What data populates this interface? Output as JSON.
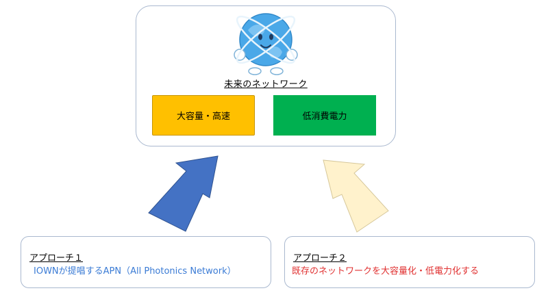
{
  "future": {
    "title": "未来のネットワーク",
    "goals": [
      {
        "label": "大容量・高速",
        "color": "#ffc000"
      },
      {
        "label": "低消費電力",
        "color": "#00b050"
      }
    ],
    "mascot_icon": "globe-mascot-icon"
  },
  "arrows": [
    {
      "name": "approach1-arrow-icon",
      "color": "#4472c4"
    },
    {
      "name": "approach2-arrow-icon",
      "color": "#fff2cc"
    }
  ],
  "approaches": [
    {
      "heading": "アプローチ１",
      "description": "IOWNが提唱するAPN（All Photonics Network）",
      "color": "#3a7bd5"
    },
    {
      "heading": "アプローチ２",
      "description": "既存のネットワークを大容量化・低電力化する",
      "color": "#e03030"
    }
  ]
}
